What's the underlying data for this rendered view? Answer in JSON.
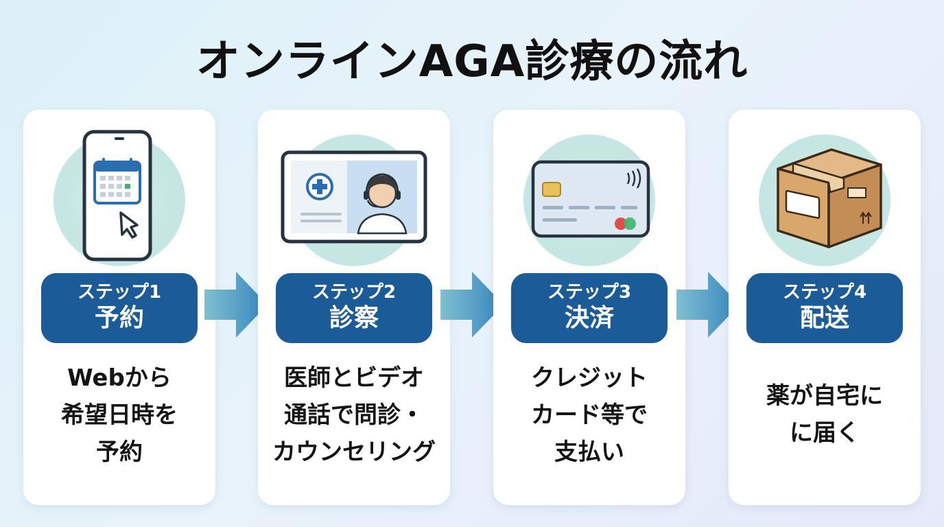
{
  "title": "オンラインAGA診療の流れ",
  "steps": [
    {
      "label": "ステップ1",
      "name": "予約",
      "desc": [
        "Webから",
        "希望日時を",
        "予約"
      ]
    },
    {
      "label": "ステップ2",
      "name": "診察",
      "desc": [
        "医師とビデオ",
        "通話で問診・",
        "カウンセリング"
      ]
    },
    {
      "label": "ステップ3",
      "name": "決済",
      "desc": [
        "クレジット",
        "カード等で",
        "支払い"
      ]
    },
    {
      "label": "ステップ4",
      "name": "配送",
      "desc": [
        "薬が自宅に",
        "に届く"
      ]
    }
  ],
  "icons": [
    "smartphone-calendar-icon",
    "video-consultation-icon",
    "credit-card-icon",
    "shipping-box-icon"
  ],
  "colors": {
    "badge": "#1a5b98",
    "arrow": "#3f8fc0",
    "card": "#ffffff"
  }
}
